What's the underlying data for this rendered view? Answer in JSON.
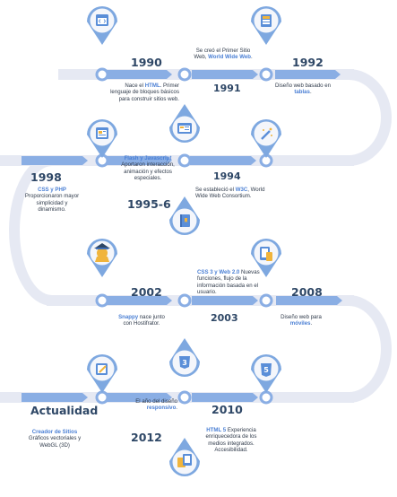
{
  "colors": {
    "track": "#e6e9f3",
    "accent": "#8aaee4",
    "pin": "#7ea8e0",
    "circle": "#f4f6fb",
    "year": "#2e4766",
    "highlight": "#4a7fd4"
  },
  "events": [
    {
      "year": "1990",
      "pre": "Nace el ",
      "hl": "HTML",
      "post": ". Primer lenguaje de bloques básicos para construir sitios web.",
      "icon": "code-window-icon"
    },
    {
      "year": "1991",
      "pre": "Se creó el Primer Sitio Web, ",
      "hl": "World Wide Web",
      "post": ".",
      "icon": "website-layout-icon"
    },
    {
      "year": "1992",
      "pre": "Diseño web basado en ",
      "hl": "tablas",
      "post": ".",
      "icon": "table-icon"
    },
    {
      "year": "1994",
      "pre": "Se estableció el ",
      "hl": "W3C",
      "post": ", World Wide Web Consortium.",
      "icon": "magic-wand-icon"
    },
    {
      "year": "1995-6",
      "hl": "Flash y Javascript",
      "post": " Aportaron interacción, animación y efectos especiales.",
      "icon": "browser-window-icon"
    },
    {
      "year": "1998",
      "hl": "CSS y PHP",
      "post": " Proporcionaron mayor simplicidad y dinamismo.",
      "icon": "book-icon"
    },
    {
      "year": "2002",
      "hl": "Snappy",
      "post": " nace junto con Hostifrator.",
      "icon": "wizard-mascot-icon"
    },
    {
      "year": "2003",
      "hl": "CSS 3 y Web 2.0",
      "post": " Nuevas funciones, flujo de la información basada en el usuario.",
      "icon": "css3-icon"
    },
    {
      "year": "2008",
      "pre": "Diseño web para ",
      "hl": "móviles",
      "post": ".",
      "icon": "mobile-devices-icon"
    },
    {
      "year": "2010",
      "hl": "HTML 5",
      "post": " Experiencia enriquecedora de los medios integrados. Accesibilidad.",
      "icon": "html5-icon"
    },
    {
      "year": "2012",
      "pre": "El año del diseño ",
      "hl": "responsivo",
      "post": ".",
      "icon": "responsive-design-icon"
    },
    {
      "year": "Actualidad",
      "hl": "Creador de Sitios",
      "post": " Gráficos vectoriales y WebGL (3D)",
      "icon": "design-tablet-icon"
    }
  ]
}
